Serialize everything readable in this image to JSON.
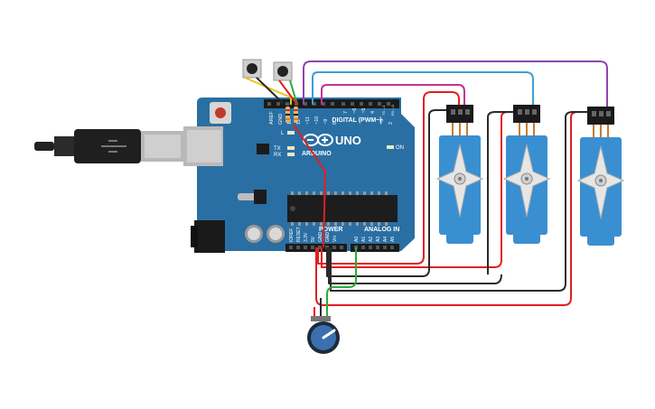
{
  "board": {
    "brand": "ARDUINO",
    "model": "UNO",
    "header_digital": "DIGITAL (PWM~)",
    "header_power": "POWER",
    "header_analog": "ANALOG IN",
    "on_label": "ON",
    "led_l": "L",
    "led_tx": "TX",
    "led_rx": "RX",
    "pin_aref": "AREF",
    "pin_gnd": "GND",
    "pin_13": "13",
    "pin_12": "12",
    "pin_11": "~11",
    "pin_10": "~10",
    "pin_9": "~9",
    "pin_8": "8",
    "pin_7": "7",
    "pin_6": "~6",
    "pin_5": "~5",
    "pin_4": "4",
    "pin_3": "~3",
    "pin_2": "2",
    "pin_1": "TX→1",
    "pin_0": "RX←0",
    "pin_ioref": "IOREF",
    "pin_reset": "RESET",
    "pin_3v3": "3.3V",
    "pin_5v": "5V",
    "pin_gnd1": "GND",
    "pin_gnd2": "GND",
    "pin_vin": "Vin",
    "pin_a0": "A0",
    "pin_a1": "A1",
    "pin_a2": "A2",
    "pin_a3": "A3",
    "pin_a4": "A4",
    "pin_a5": "A5"
  },
  "colors": {
    "board": "#2a6fa3",
    "wire_red": "#e02020",
    "wire_black": "#2a2a2a",
    "wire_purple": "#8e44ad",
    "wire_blue": "#3a9fd6",
    "wire_magenta": "#c2338f",
    "wire_green": "#2eaa3a",
    "wire_yellow": "#e6c619",
    "servo": "#3a8fd1"
  }
}
